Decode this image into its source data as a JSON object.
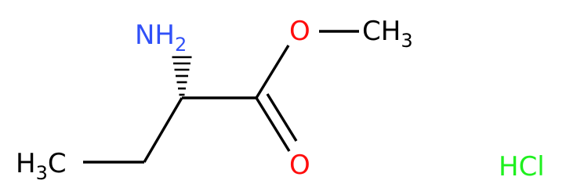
{
  "atoms": {
    "amine": {
      "symbol": "NH",
      "subscript": "2"
    },
    "ester_oxygen": {
      "symbol": "O"
    },
    "ester_methyl": {
      "symbol": "CH",
      "subscript": "3"
    },
    "carbonyl_oxygen": {
      "symbol": "O"
    },
    "ethyl_methyl": {
      "symbol": "H",
      "subscript": "3",
      "suffix": "C"
    },
    "salt": {
      "symbol": "HCl"
    }
  },
  "colors": {
    "carbon_and_bonds": "#000000",
    "nitrogen": "#3050F8",
    "oxygen": "#FF0D0D",
    "chlorine": "#1FF01F",
    "background": "#FFFFFF"
  },
  "stereo": {
    "alpha_carbon_to_nitrogen": "hashed-wedge"
  }
}
